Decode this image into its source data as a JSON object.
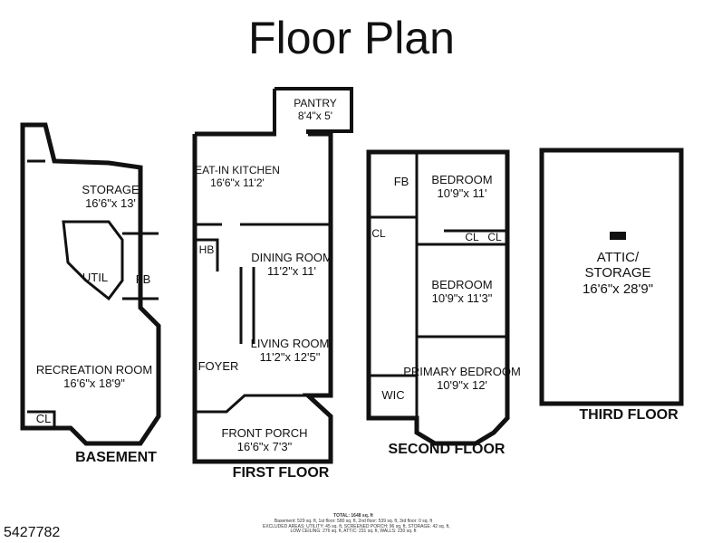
{
  "title": "Floor Plan",
  "floors": [
    {
      "name": "BASEMENT",
      "rooms": [
        {
          "name": "STORAGE",
          "dims": "16'6\"x 13'"
        },
        {
          "name": "UTIL",
          "dims": ""
        },
        {
          "name": "FB",
          "dims": ""
        },
        {
          "name": "RECREATION ROOM",
          "dims": "16'6\"x 18'9\""
        },
        {
          "name": "CL",
          "dims": ""
        }
      ]
    },
    {
      "name": "FIRST FLOOR",
      "rooms": [
        {
          "name": "PANTRY",
          "dims": "8'4\"x 5'"
        },
        {
          "name": "EAT-IN KITCHEN",
          "dims": "16'6\"x 11'2'"
        },
        {
          "name": "HB",
          "dims": ""
        },
        {
          "name": "DINING ROOM",
          "dims": "11'2\"x 11'"
        },
        {
          "name": "LIVING ROOM",
          "dims": "11'2\"x 12'5\""
        },
        {
          "name": "FOYER",
          "dims": ""
        },
        {
          "name": "FRONT PORCH",
          "dims": "16'6\"x 7'3\""
        }
      ]
    },
    {
      "name": "SECOND FLOOR",
      "rooms": [
        {
          "name": "FB",
          "dims": ""
        },
        {
          "name": "BEDROOM",
          "dims": "10'9\"x 11'"
        },
        {
          "name": "CL",
          "dims": ""
        },
        {
          "name": "CL",
          "dims": ""
        },
        {
          "name": "CL",
          "dims": ""
        },
        {
          "name": "BEDROOM",
          "dims": "10'9\"x 11'3\""
        },
        {
          "name": "PRIMARY BEDROOM",
          "dims": "10'9\"x 12'"
        },
        {
          "name": "WIC",
          "dims": ""
        }
      ]
    },
    {
      "name": "THIRD FLOOR",
      "rooms": [
        {
          "name": "ATTIC/ STORAGE",
          "dims": "16'6\"x 28'9\""
        }
      ]
    }
  ],
  "footer": {
    "total": "TOTAL: 1648 sq. ft",
    "line1": "Basement: 529 sq. ft, 1st floor: 580 sq. ft, 2nd floor: 539 sq. ft, 3rd floor: 0 sq. ft",
    "line2": "EXCLUDED AREAS: UTILITY: 45 sq. ft, SCREENED PORCH: 96 sq. ft, STORAGE: 42 sq. ft,",
    "line3": "LOW CEILING: 276 sq. ft, ATTIC: 231 sq. ft, WALLS: 230 sq. ft"
  },
  "listing_id": "5427782"
}
